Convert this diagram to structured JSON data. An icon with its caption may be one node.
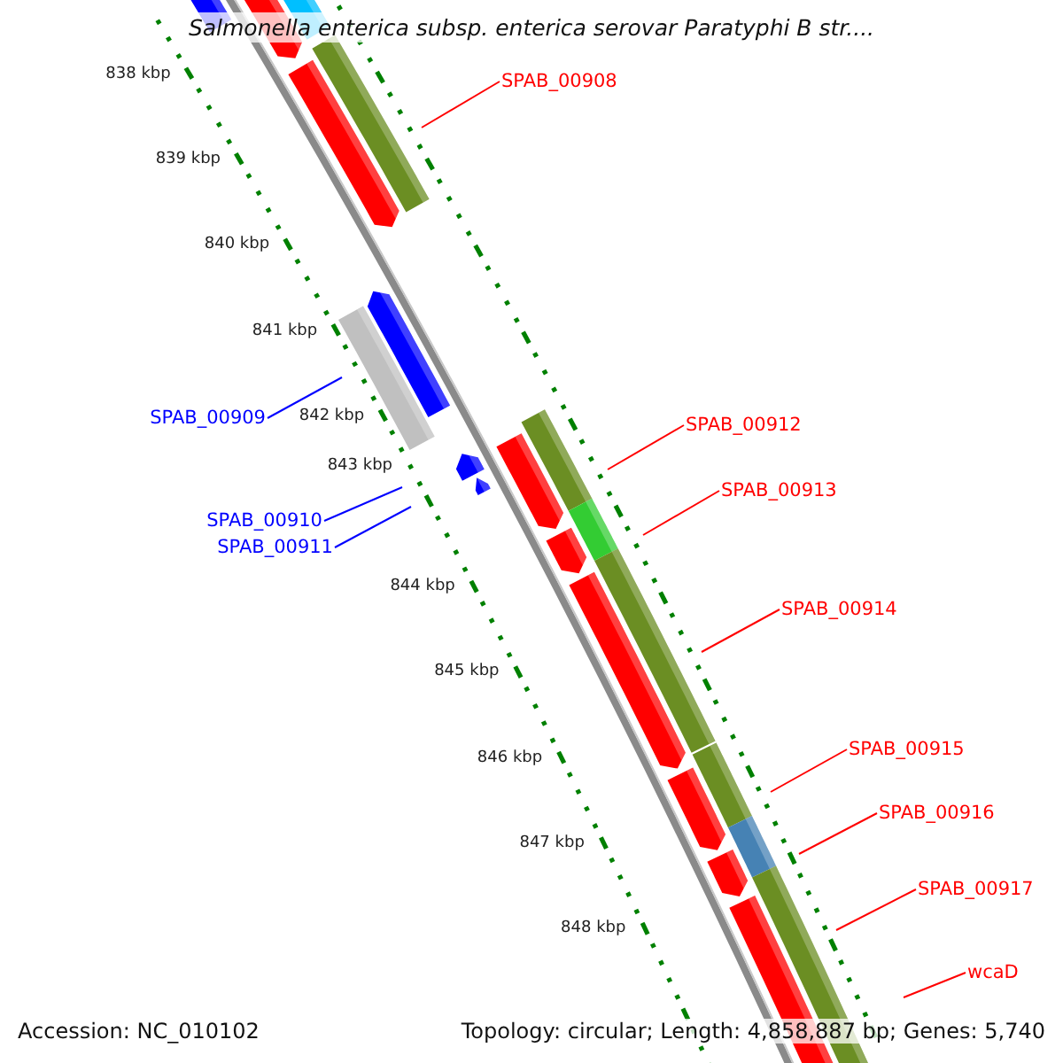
{
  "diagram": {
    "title": "Salmonella enterica subsp. enterica serovar Paratyphi B str....",
    "nodes": [
      {
        "text": [
          "SPAB_00908"
        ]
      },
      {
        "text": [
          "SPAB_00909"
        ]
      },
      {
        "text": [
          "SPAB_00910"
        ]
      },
      {
        "text": [
          "SPAB_00911"
        ]
      },
      {
        "text": [
          "SPAB_00912"
        ]
      },
      {
        "text": [
          "SPAB_00913"
        ]
      },
      {
        "text": [
          "SPAB_00914"
        ]
      },
      {
        "text": [
          "SPAB_00915"
        ]
      },
      {
        "text": [
          "SPAB_00916"
        ]
      },
      {
        "text": [
          "SPAB_00917"
        ]
      },
      {
        "text": [
          "wcaD"
        ]
      }
    ],
    "edges": [
      {
        "from": 0,
        "to": null,
        "arrow": "none"
      },
      {
        "from": 1,
        "to": null,
        "arrow": "none",
        "color": "#0000ff"
      },
      {
        "from": 2,
        "to": null,
        "arrow": "none",
        "color": "#0000ff"
      },
      {
        "from": 3,
        "to": null,
        "arrow": "none",
        "color": "#0000ff"
      },
      {
        "from": 4,
        "to": null,
        "arrow": "none"
      },
      {
        "from": 5,
        "to": null,
        "arrow": "none"
      },
      {
        "from": 6,
        "to": null,
        "arrow": "none"
      },
      {
        "from": 7,
        "to": null,
        "arrow": "none"
      },
      {
        "from": 8,
        "to": null,
        "arrow": "none"
      },
      {
        "from": 9,
        "to": null,
        "arrow": "none"
      },
      {
        "from": 10,
        "to": null,
        "arrow": "none"
      }
    ],
    "labels": [
      "838 kbp",
      "839 kbp",
      "840 kbp",
      "841 kbp",
      "842 kbp",
      "843 kbp",
      "844 kbp",
      "845 kbp",
      "846 kbp",
      "847 kbp",
      "848 kbp",
      "Accession: NC_010102",
      "Topology: circular; Length: 4,858,887 bp; Genes: 5,740"
    ]
  }
}
